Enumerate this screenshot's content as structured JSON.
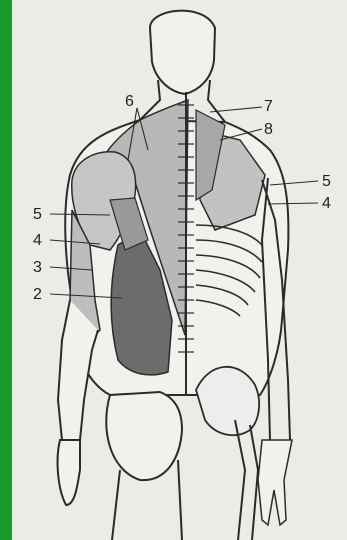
{
  "figure": {
    "labels": {
      "l1": "7",
      "l2": "8",
      "l3": "6",
      "l4": "5",
      "l5": "4",
      "l6": "5",
      "l7": "4",
      "l8": "3",
      "l9": "2"
    }
  },
  "colors": {
    "frame": "#1a9a2a",
    "paper": "#ecebe6",
    "outline": "#2b2b2b",
    "light_shade": "#b8b8b8",
    "dark_shade": "#6c6c6c"
  }
}
